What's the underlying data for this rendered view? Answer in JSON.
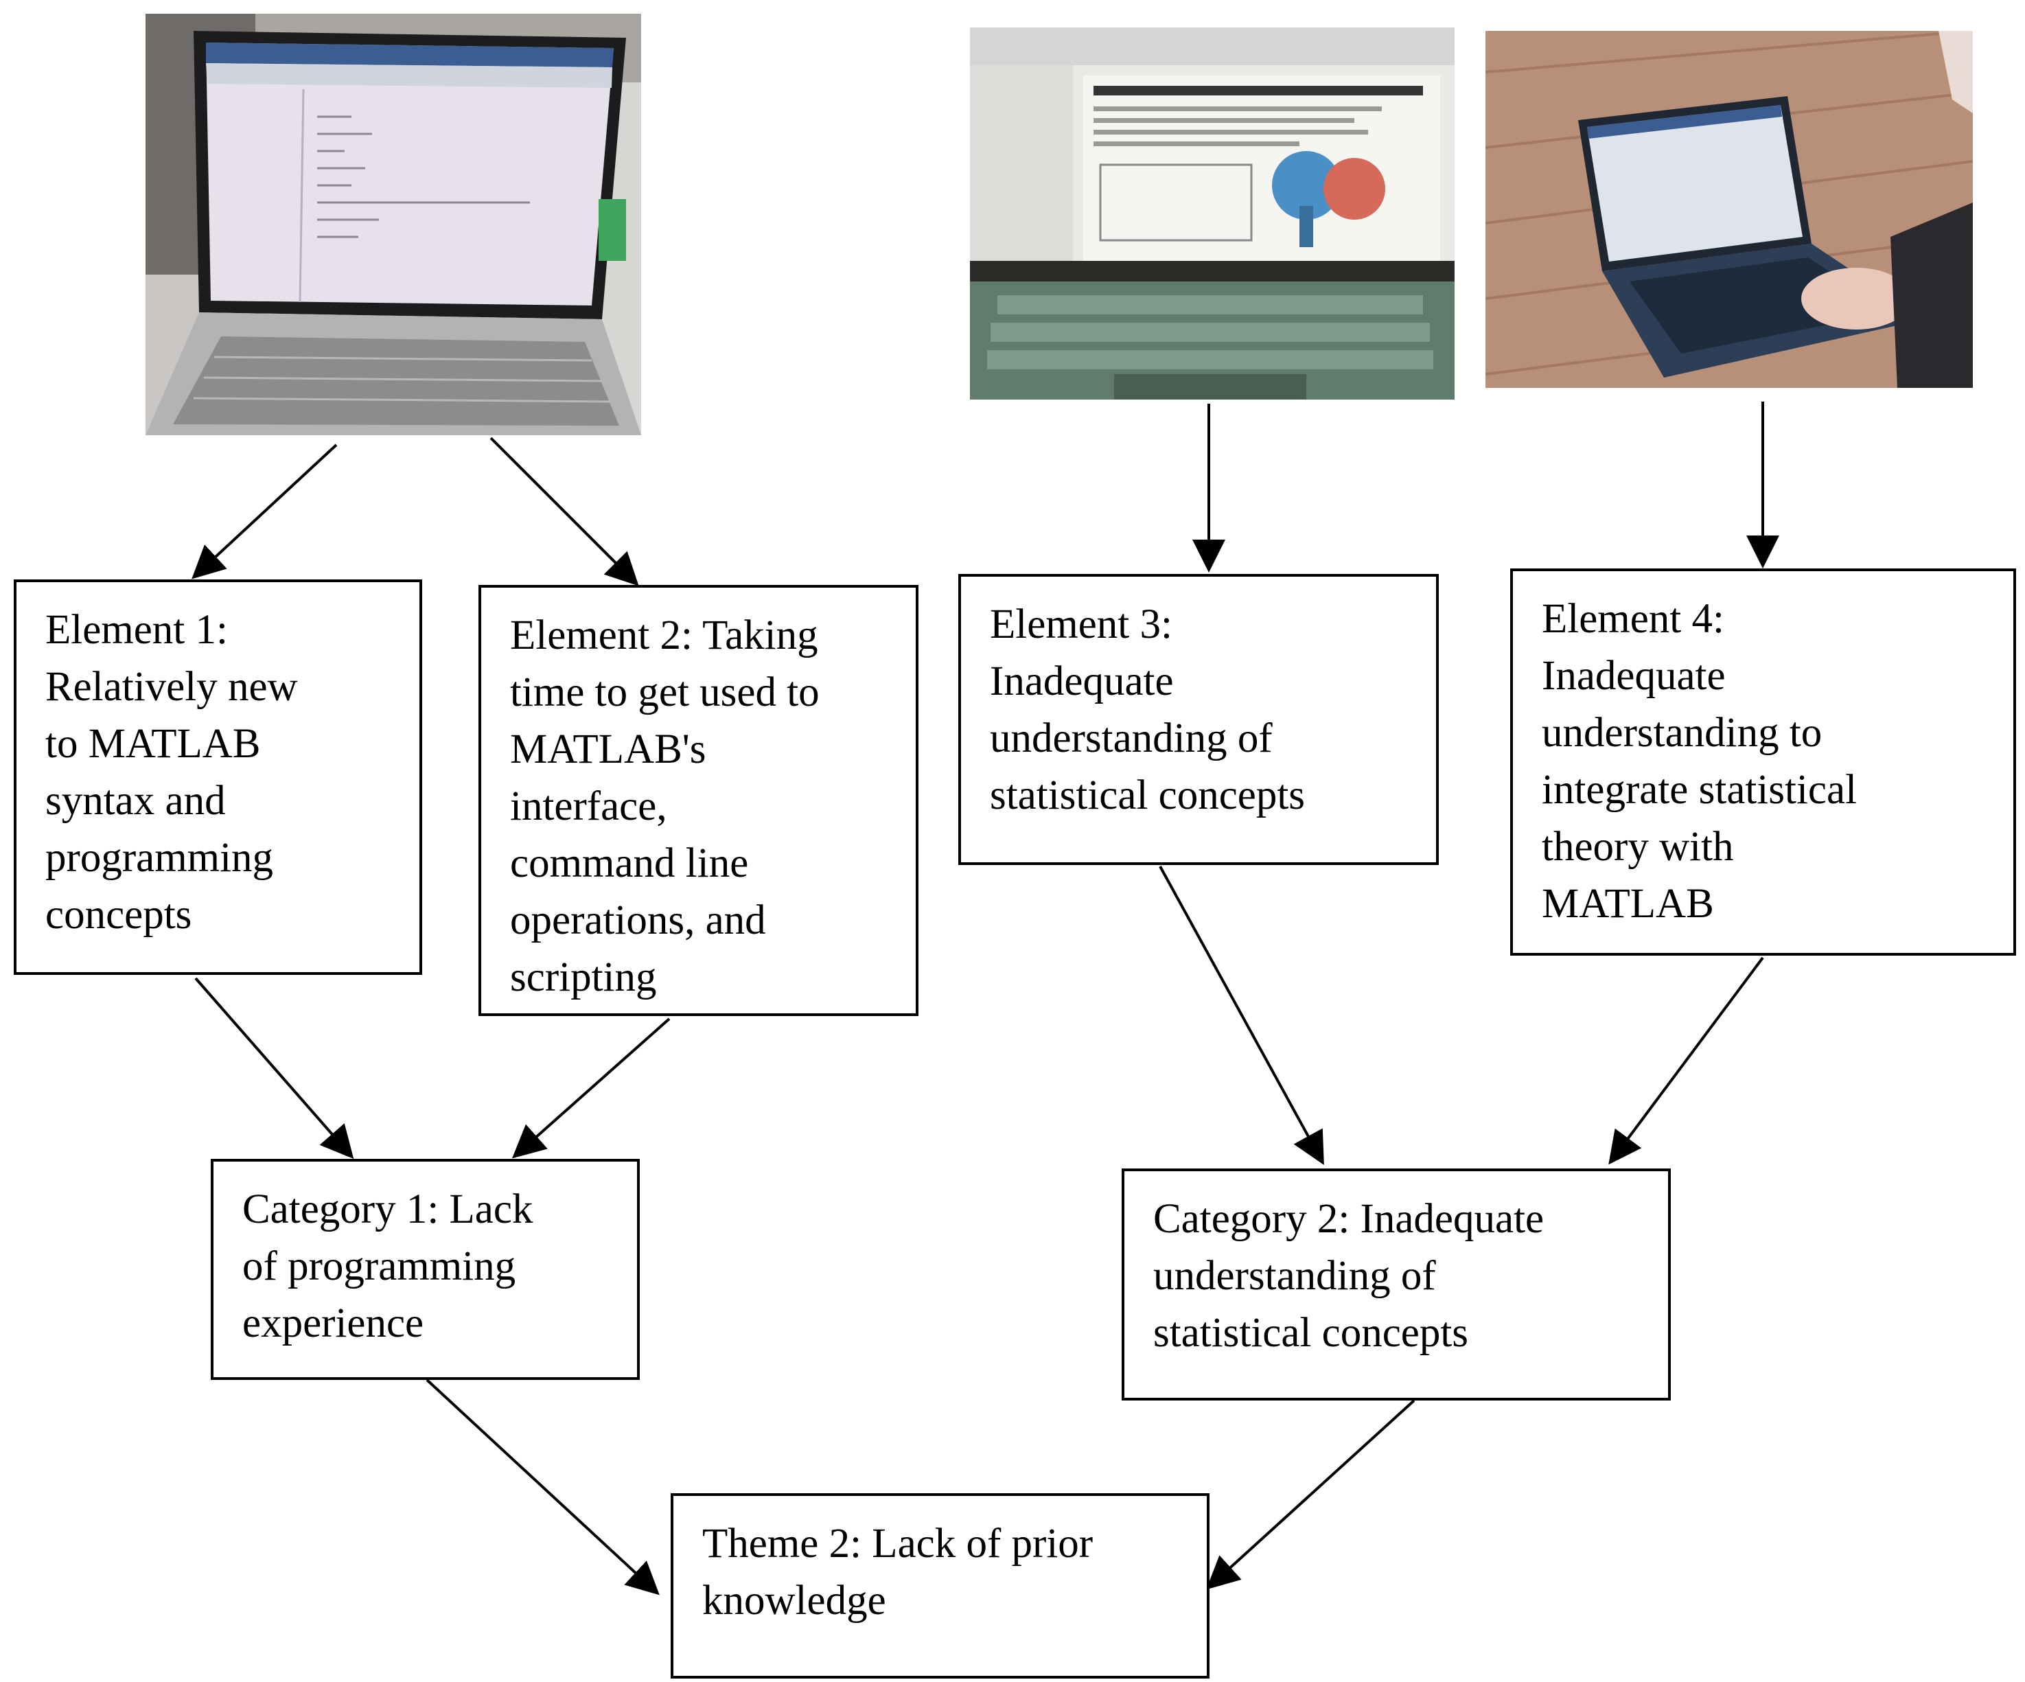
{
  "boxes": {
    "element1": "Element 1:\nRelatively new\nto MATLAB\nsyntax and\nprogramming\nconcepts",
    "element2": "Element 2: Taking\ntime to get used to\nMATLAB's\ninterface,\ncommand line\noperations, and\nscripting",
    "element3": "Element 3:\nInadequate\nunderstanding of\nstatistical concepts",
    "element4": "Element 4:\nInadequate\nunderstanding to\nintegrate statistical\ntheory with\nMATLAB",
    "category1": "Category 1: Lack\nof programming\nexperience",
    "category2": "Category 2: Inadequate\nunderstanding of\nstatistical concepts",
    "theme2": "Theme 2: Lack of prior\nknowledge"
  },
  "photos": {
    "photo1": "laptop-matlab-editor-photo",
    "photo2": "laptop-statistics-document-photo",
    "photo3": "laptop-typing-photo"
  },
  "colors": {
    "line": "#000000",
    "box_border": "#000000"
  }
}
